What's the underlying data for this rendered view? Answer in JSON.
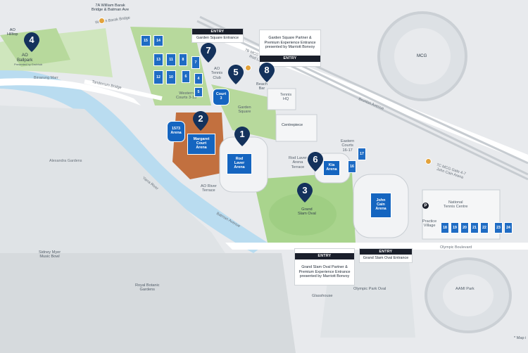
{
  "colors": {
    "river": "#b9dcf0",
    "park": "#a9d48d",
    "road": "#ffffff",
    "court": "#1f6cc4",
    "pin": "#14325c",
    "clay": "#c2703f",
    "gate": "#e3a23b"
  },
  "pins": [
    {
      "num": "1"
    },
    {
      "num": "2"
    },
    {
      "num": "3"
    },
    {
      "num": "4"
    },
    {
      "num": "5"
    },
    {
      "num": "6"
    },
    {
      "num": "7"
    },
    {
      "num": "8"
    }
  ],
  "arenas": {
    "rod_laver": "Rod\nLaver\nArena",
    "margaret_court": "Margaret\nCourt\nArena",
    "kia": "Kia\nArena",
    "john_cain": "John\nCain\nArena",
    "a1573": "1573\nArena",
    "court3": "Court\n3"
  },
  "courts": [
    "15",
    "14",
    "13",
    "11",
    "12",
    "10",
    "8",
    "6",
    "7",
    "4",
    "5",
    "17",
    "16",
    "18",
    "19",
    "20",
    "21",
    "22",
    "23",
    "24"
  ],
  "callouts": {
    "garden_square": {
      "head": "ENTRY",
      "title": "Garden Square Entrance"
    },
    "garden_square_partner": {
      "head": "ENTRY",
      "title": "Garden Square Partner &\nPremium Experience Entrance\npresented by Marriott Bonvoy"
    },
    "gso_partner": {
      "head": "ENTRY",
      "title": "Grand Slam Oval Partner &\nPremium Experience Entrance\npresented by Marriott Bonvoy"
    },
    "gso": {
      "head": "ENTRY",
      "title": "Grand Slam Oval Entrance"
    }
  },
  "labels": {
    "william_barak": "7A William Barak\nBridge & Batman Ave",
    "william_barak_road": "William Barak Bridge",
    "ao_hilltop": "AO\nHilltop",
    "ao_ballpark": "AO\nBallpark",
    "ao_ballpark_sub": "Presented by Grubhub",
    "birrarung_marr": "Birrarung Marr",
    "tanderrum": "Tanderrum Bridge",
    "western_courts": "Western\nCourts 3-15",
    "ao_tennis_club": "AO\nTennis\nClub",
    "garden_square": "Garden\nSquare",
    "tennis_hq": "Tennis\nHQ",
    "beach_bar": "Beach\nBar",
    "centrepiece": "Centrepiece",
    "mcg_gate": "7B MCG Gate 1-2\nRod Laver",
    "mcg": "MCG",
    "brunton": "Brunton Avenue",
    "eastern_courts": "Eastern\nCourts\n16-17",
    "rla_terrace": "Rod Laver\nArena\nTerrace",
    "ao_river_terrace": "AO River\nTerrace",
    "alexandra": "Alexandra Gardens",
    "yarra": "Yarra River",
    "batman": "Batman Avenue",
    "grand_slam_oval": "Grand\nSlam Oval",
    "mcg_gate_47": "7C MCG Gate 4-7\nJohn Cain Arena",
    "national_tennis": "National\nTennis Centre",
    "practice_village": "Practice\nVillage",
    "olympic_blvd": "Olympic Boulevard",
    "sidney_myer": "Sidney Myer\nMusic Bowl",
    "royal_botanic": "Royal Botanic\nGardens",
    "glasshouse": "Glasshouse",
    "olympic_park_oval": "Olympic Park Oval",
    "aami_park": "AAMI Park",
    "footnote": "* Map i",
    "parking": "P"
  }
}
